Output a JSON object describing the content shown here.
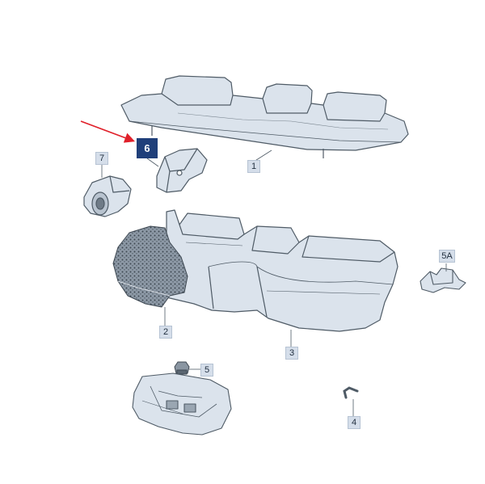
{
  "callouts": {
    "c1": "1",
    "c2": "2",
    "c3": "3",
    "c4": "4",
    "c5": "5",
    "c5a": "5A",
    "c6": "6",
    "c7": "7"
  },
  "colors": {
    "part_fill": "#dbe3ec",
    "part_stroke": "#4f5b66",
    "callout_fill": "#d5deea",
    "highlight_fill": "#1f3f7a",
    "arrow": "#e0202a"
  }
}
